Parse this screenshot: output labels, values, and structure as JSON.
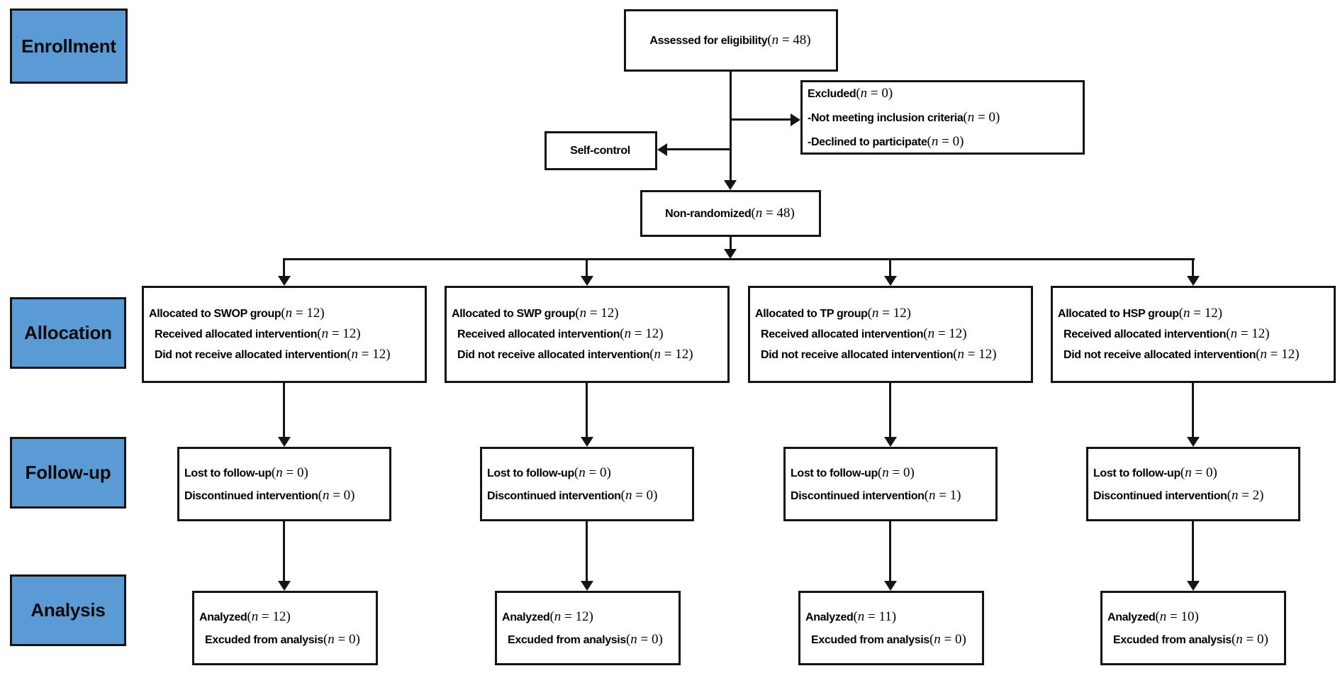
{
  "sym": {
    "open": "(",
    "n": "n",
    "eq": "=",
    "close": ")"
  },
  "colors": {
    "stage_fill": "#5B9BD5",
    "ink": "#141414",
    "box_fill": "#ffffff",
    "text": "#000000"
  },
  "stages": [
    {
      "label": "Enrollment"
    },
    {
      "label": "Allocation"
    },
    {
      "label": "Follow-up"
    },
    {
      "label": "Analysis"
    }
  ],
  "enrollment": {
    "assessed": {
      "label": "Assessed for eligibility",
      "value": "48"
    },
    "excluded": {
      "lines": [
        {
          "label": "Excluded",
          "value": "0"
        },
        {
          "label": "-Not meeting inclusion criteria",
          "value": "0"
        },
        {
          "label": "-Declined to participate",
          "value": "0"
        }
      ]
    },
    "self_control": {
      "label": "Self-control"
    },
    "non_randomized": {
      "label": "Non-randomized",
      "value": "48"
    }
  },
  "allocation": [
    {
      "group": "SWOP",
      "lines": [
        {
          "label": "Allocated to SWOP group",
          "value": "12"
        },
        {
          "label": "Received allocated intervention",
          "value": "12"
        },
        {
          "label": "Did not receive allocated intervention",
          "value": "12"
        }
      ]
    },
    {
      "group": "SWP",
      "lines": [
        {
          "label": "Allocated to SWP group",
          "value": "12"
        },
        {
          "label": "Received allocated intervention",
          "value": "12"
        },
        {
          "label": "Did not receive allocated intervention",
          "value": "12"
        }
      ]
    },
    {
      "group": "TP",
      "lines": [
        {
          "label": "Allocated to TP group",
          "value": "12"
        },
        {
          "label": "Received allocated intervention",
          "value": "12"
        },
        {
          "label": "Did not receive allocated intervention",
          "value": "12"
        }
      ]
    },
    {
      "group": "HSP",
      "lines": [
        {
          "label": "Allocated to HSP group",
          "value": "12"
        },
        {
          "label": "Received allocated intervention",
          "value": "12"
        },
        {
          "label": "Did not receive allocated intervention",
          "value": "12"
        }
      ]
    }
  ],
  "followup": [
    {
      "lines": [
        {
          "label": "Lost to follow-up",
          "value": "0"
        },
        {
          "label": "Discontinued intervention",
          "value": "0"
        }
      ]
    },
    {
      "lines": [
        {
          "label": "Lost to follow-up",
          "value": "0"
        },
        {
          "label": "Discontinued intervention",
          "value": "0"
        }
      ]
    },
    {
      "lines": [
        {
          "label": "Lost to follow-up",
          "value": "0"
        },
        {
          "label": "Discontinued intervention",
          "value": "1"
        }
      ]
    },
    {
      "lines": [
        {
          "label": "Lost to follow-up",
          "value": "0"
        },
        {
          "label": "Discontinued intervention",
          "value": "2"
        }
      ]
    }
  ],
  "analysis": [
    {
      "lines": [
        {
          "label": "Analyzed",
          "value": "12"
        },
        {
          "label": "Excuded from analysis",
          "value": "0"
        }
      ]
    },
    {
      "lines": [
        {
          "label": "Analyzed",
          "value": "12"
        },
        {
          "label": "Excuded from analysis",
          "value": "0"
        }
      ]
    },
    {
      "lines": [
        {
          "label": "Analyzed",
          "value": "11"
        },
        {
          "label": "Excuded from analysis",
          "value": "0"
        }
      ]
    },
    {
      "lines": [
        {
          "label": "Analyzed",
          "value": "10"
        },
        {
          "label": "Excuded from analysis",
          "value": "0"
        }
      ]
    }
  ]
}
